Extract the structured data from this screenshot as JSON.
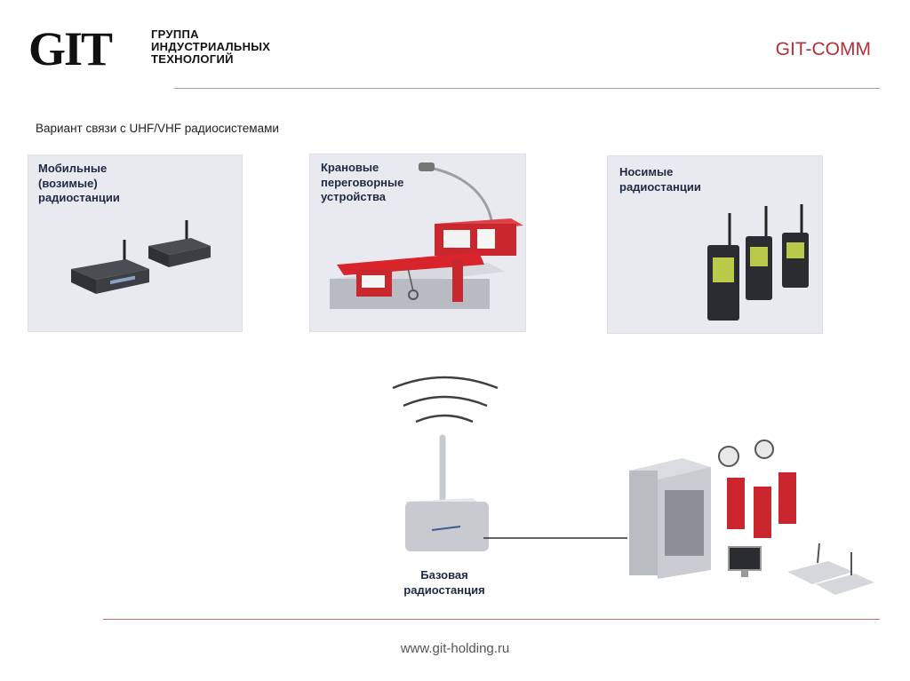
{
  "header": {
    "logo_mark": "GIT",
    "logo_lines": [
      "ГРУППА",
      "ИНДУСТРИАЛЬНЫХ",
      "ТЕХНОЛОГИЙ"
    ],
    "brand_title": "GIT-COMM"
  },
  "subtitle": "Вариант связи с UHF/VHF радиосистемами",
  "panels": {
    "mobile": {
      "label_lines": [
        "Мобильные",
        "(возимые)",
        "радиостанции"
      ]
    },
    "crane": {
      "label_lines": [
        "Крановые",
        "переговорные",
        "устройства"
      ]
    },
    "portable": {
      "label_lines": [
        "Носимые",
        "радиостанции"
      ]
    }
  },
  "base_station": {
    "label_lines": [
      "Базовая",
      "радиостанция"
    ]
  },
  "footer": {
    "url": "www.git-holding.ru"
  },
  "colors": {
    "brand_red": "#b3303a",
    "device_red": "#c9262d",
    "label_navy": "#1e2a44"
  }
}
